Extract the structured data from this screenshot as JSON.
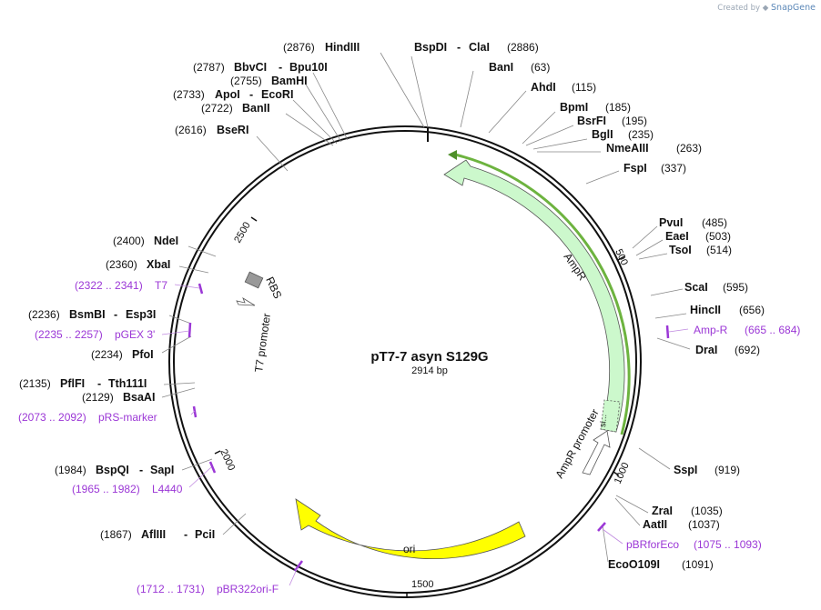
{
  "credit": {
    "prefix": "Created by",
    "brand": "SnapGene"
  },
  "plasmid": {
    "name": "pT7-7 asyn S129G",
    "length": "2914 bp"
  },
  "ticks": [
    "500",
    "1000",
    "1500",
    "2000",
    "2500"
  ],
  "enzymes_right": [
    {
      "name": "BspDI",
      "name2": "ClaI",
      "pos": "(2886)"
    },
    {
      "name": "BanI",
      "pos": "(63)"
    },
    {
      "name": "AhdI",
      "pos": "(115)"
    },
    {
      "name": "BpmI",
      "pos": "(185)"
    },
    {
      "name": "BsrFI",
      "pos": "(195)"
    },
    {
      "name": "BglI",
      "pos": "(235)"
    },
    {
      "name": "NmeAIII",
      "pos": "(263)"
    },
    {
      "name": "FspI",
      "pos": "(337)"
    },
    {
      "name": "PvuI",
      "pos": "(485)"
    },
    {
      "name": "EaeI",
      "pos": "(503)"
    },
    {
      "name": "TsoI",
      "pos": "(514)"
    },
    {
      "name": "ScaI",
      "pos": "(595)"
    },
    {
      "name": "HincII",
      "pos": "(656)"
    },
    {
      "name": "DraI",
      "pos": "(692)"
    },
    {
      "name": "SspI",
      "pos": "(919)"
    },
    {
      "name": "ZraI",
      "pos": "(1035)"
    },
    {
      "name": "AatII",
      "pos": "(1037)"
    },
    {
      "name": "EcoO109I",
      "pos": "(1091)"
    }
  ],
  "enzymes_left": [
    {
      "pos": "(2876)",
      "name": "HindIII"
    },
    {
      "pos": "(2787)",
      "name": "BbvCI",
      "name2": "Bpu10I"
    },
    {
      "pos": "(2755)",
      "name": "BamHI"
    },
    {
      "pos": "(2733)",
      "name": "ApoI",
      "name2": "EcoRI"
    },
    {
      "pos": "(2722)",
      "name": "BanII"
    },
    {
      "pos": "(2616)",
      "name": "BseRI"
    },
    {
      "pos": "(2400)",
      "name": "NdeI"
    },
    {
      "pos": "(2360)",
      "name": "XbaI"
    },
    {
      "pos": "(2236)",
      "name": "BsmBI",
      "name2": "Esp3I"
    },
    {
      "pos": "(2234)",
      "name": "PfoI"
    },
    {
      "pos": "(2135)",
      "name": "PflFI",
      "name2": "Tth111I"
    },
    {
      "pos": "(2129)",
      "name": "BsaAI"
    },
    {
      "pos": "(1984)",
      "name": "BspQI",
      "name2": "SapI"
    },
    {
      "pos": "(1867)",
      "name": "AflIII",
      "name2": "PciI"
    }
  ],
  "primers": [
    {
      "name": "Amp-R",
      "range": "(665 .. 684)"
    },
    {
      "name": "pBRforEco",
      "range": "(1075 .. 1093)"
    },
    {
      "name": "T7",
      "range": "(2322 .. 2341)"
    },
    {
      "name": "pGEX 3'",
      "range": "(2235 .. 2257)"
    },
    {
      "name": "pRS-marker",
      "range": "(2073 .. 2092)"
    },
    {
      "name": "L4440",
      "range": "(1965 .. 1982)"
    },
    {
      "name": "pBR322ori-F",
      "range": "(1712 .. 1731)"
    }
  ],
  "features": {
    "ampr": "AmpR",
    "ampr_promoter": "AmpR promoter",
    "signal": "si...",
    "ori": "ori",
    "rbs": "RBS",
    "t7_promoter": "T7 promoter"
  },
  "colors": {
    "backbone": "#111111",
    "ampr_fill": "#ccf8cc",
    "ori_fill": "#ffff00",
    "orf_line": "#6db33f",
    "primer": "#9b37d6",
    "rbs_fill": "#999999"
  }
}
